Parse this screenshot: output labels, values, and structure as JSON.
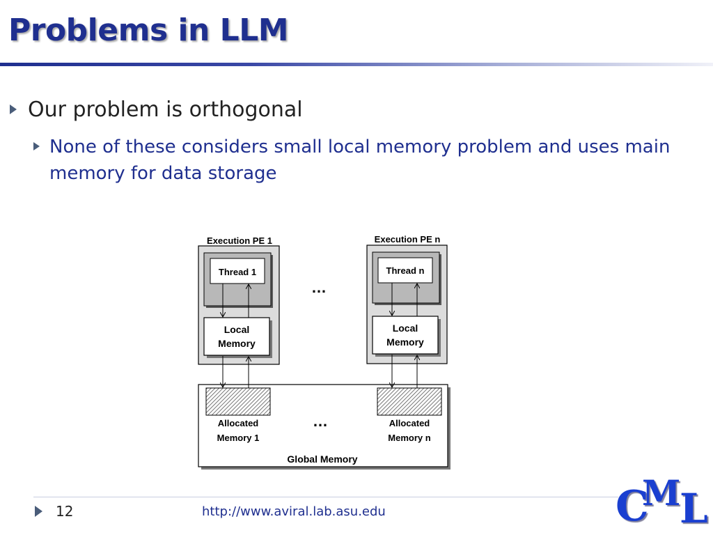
{
  "slide": {
    "title": "Problems in LLM",
    "bullets": [
      {
        "text": "Our  problem is orthogonal"
      },
      {
        "text": "None of these considers small local memory problem and uses main memory for data storage"
      }
    ]
  },
  "diagram": {
    "pe_left": {
      "label": "Execution PE 1",
      "thread": "Thread 1",
      "memory": [
        "Local",
        "Memory"
      ]
    },
    "pe_right": {
      "label": "Execution PE n",
      "thread": "Thread n",
      "memory": [
        "Local",
        "Memory"
      ]
    },
    "dots_top": "…",
    "dots_bottom": "…",
    "alloc_left": [
      "Allocated",
      "Memory 1"
    ],
    "alloc_right": [
      "Allocated",
      "Memory n"
    ],
    "global": "Global Memory"
  },
  "footer": {
    "page": "12",
    "url": "http://www.aviral.lab.asu.edu",
    "logo": {
      "c": "C",
      "m": "M",
      "l": "L"
    }
  },
  "colors": {
    "title": "#1f2f8f",
    "accent_text": "#1f2f8f",
    "logo": "#1a3fd0"
  }
}
